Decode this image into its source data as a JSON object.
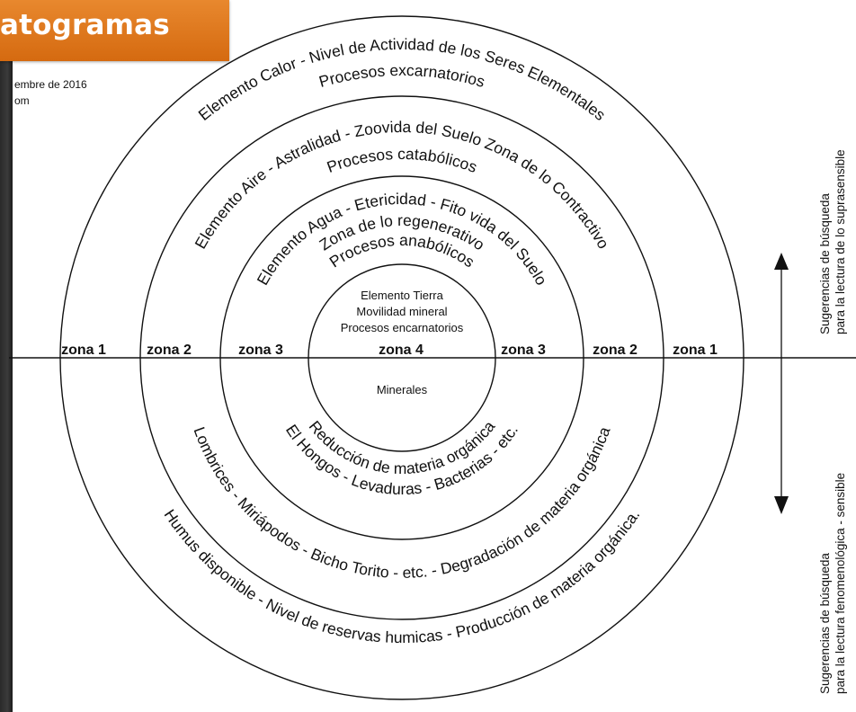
{
  "banner": {
    "text": "atogramas",
    "color": "#e07a1f"
  },
  "meta": {
    "line1": "embre de 2016",
    "line2": "om"
  },
  "zones": [
    "zona 1",
    "zona 2",
    "zona 3",
    "zona 4",
    "zona 3",
    "zona 2",
    "zona 1"
  ],
  "upper": {
    "outer_line1": "Elemento Calor - Nivel de Actividad de los Seres Elementales",
    "outer_line2": "Procesos excarnatorios",
    "middle_line1": "Elemento Aire - Astralidad - Zoovida del Suelo Zona de lo Contractivo",
    "middle_line2": "Procesos catabólicos",
    "inner_line1": "Elemento Agua - Etericidad - Fito vida del Suelo",
    "inner_line2": "Zona de lo regenerativo",
    "inner_line3": "Procesos anabólicos",
    "core_line1": "Elemento Tierra",
    "core_line2": "Movilidad mineral",
    "core_line3": "Procesos encarnatorios"
  },
  "lower": {
    "core": "Minerales",
    "inner_line1": "El Hongos - Levaduras - Bacterias - etc.",
    "inner_line2": "Reducción de materia orgánica",
    "middle_line1": "Lombrices - Miriápodos - Bicho Torito - etc. - Degradación de materia orgánica",
    "outer_line1": "Humus disponible - Nivel de reservas humicas - Producción de materia orgánica."
  },
  "side": {
    "top_line1": "Sugerencias de búsqueda",
    "top_line2": "para la lectura de lo suprasensible",
    "bottom_line1": "Sugerencias de búsqueda",
    "bottom_line2": "para la lectura fenomenológica - sensible"
  }
}
